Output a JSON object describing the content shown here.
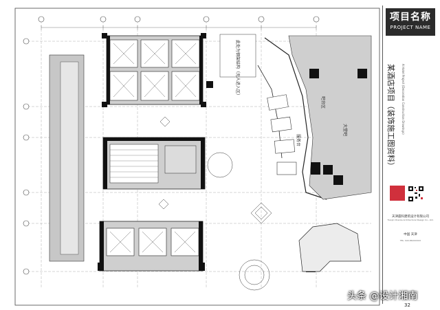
{
  "title_block": {
    "header_cn": "项目名称",
    "header_en": "PROJECT NAME",
    "drawing_title": "某酒店项目（装饰施工图资料）",
    "drawing_subtitle": "A Hotel Project (Decoration Construction Drawings)",
    "company_cn": "天津晨科建筑设计有限公司",
    "company_en": "Tianjin Chenke Architectural Design Co., Ltd.",
    "city_cn": "中国 天津",
    "tel": "TEL: 022-86XXXXXX"
  },
  "plan_labels": {
    "storage_note": "此处为钢架结构（无人进入区）",
    "service_room": "服务台",
    "bar_area": "吧台区",
    "lounge": "大堂吧"
  },
  "page_number": "32",
  "watermark": "头条 @设计湘南",
  "colors": {
    "wall_fill": "#111111",
    "core_fill": "#bdbdbd",
    "paper": "#ffffff",
    "line": "#333333",
    "stamp_red": "#d0303c"
  }
}
